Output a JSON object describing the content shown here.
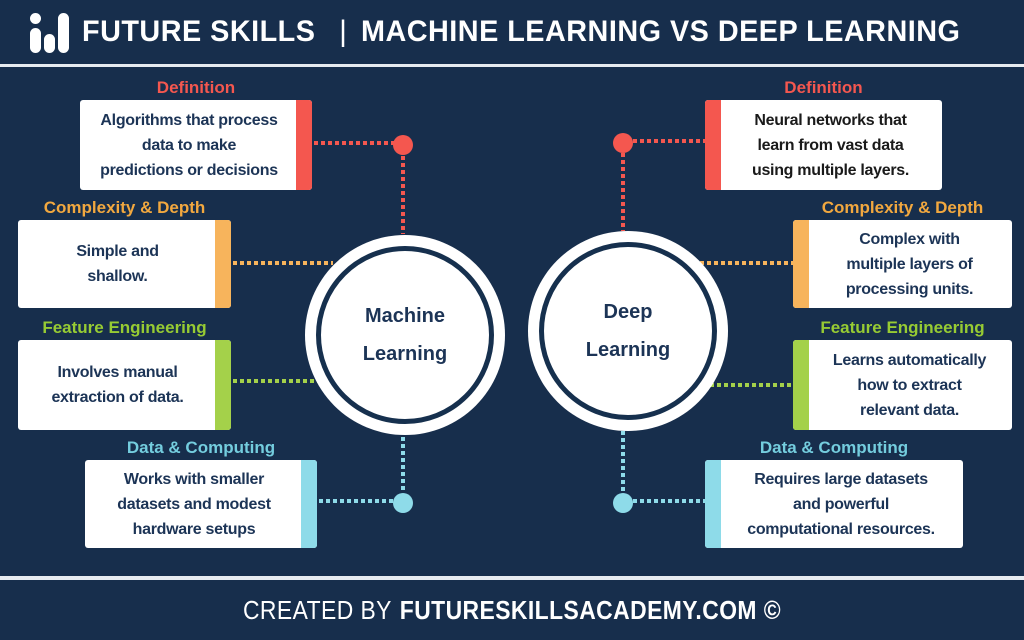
{
  "header": {
    "brand": "FUTURE SKILLS",
    "separator": "|",
    "title": "MACHINE LEARNING VS DEEP LEARNING",
    "logo_icon": "bar-chart-logo"
  },
  "circles": {
    "machine_learning": "Machine\nLearning",
    "deep_learning": "Deep\nLearning"
  },
  "left": {
    "cards": [
      {
        "title": "Definition",
        "text": "Algorithms that process\ndata to make\npredictions or decisions",
        "accent": "#F4574F"
      },
      {
        "title": "Complexity & Depth",
        "text": "Simple and\nshallow.",
        "accent": "#F7B45C"
      },
      {
        "title": "Feature Engineering",
        "text": "Involves manual\nextraction of data.",
        "accent": "#A4D14A"
      },
      {
        "title": "Data & Computing",
        "text": "Works with smaller\ndatasets and modest\nhardware setups",
        "accent": "#8EDBE9"
      }
    ]
  },
  "right": {
    "cards": [
      {
        "title": "Definition",
        "text": "Neural networks that\nlearn from vast data\nusing multiple layers.",
        "accent": "#F4574F"
      },
      {
        "title": "Complexity & Depth",
        "text": "Complex with\nmultiple layers of\nprocessing units.",
        "accent": "#F7B45C"
      },
      {
        "title": "Feature Engineering",
        "text": "Learns automatically\nhow to extract\nrelevant data.",
        "accent": "#A4D14A"
      },
      {
        "title": "Data & Computing",
        "text": "Requires large datasets\nand powerful\ncomputational resources.",
        "accent": "#8EDBE9"
      }
    ]
  },
  "footer": {
    "prefix": "CREATED BY",
    "brand": "FUTURESKILLSACADEMY.COM ©"
  },
  "colors": {
    "background": "#172E4C",
    "card": "#FFFFFF",
    "navy_text": "#1C3456",
    "red": "#F4574F",
    "orange": "#F7B45C",
    "green": "#A4D14A",
    "cyan_title": "#74CDDE",
    "cyan_strip": "#8EDBE9",
    "divider": "#E7EBF0"
  }
}
